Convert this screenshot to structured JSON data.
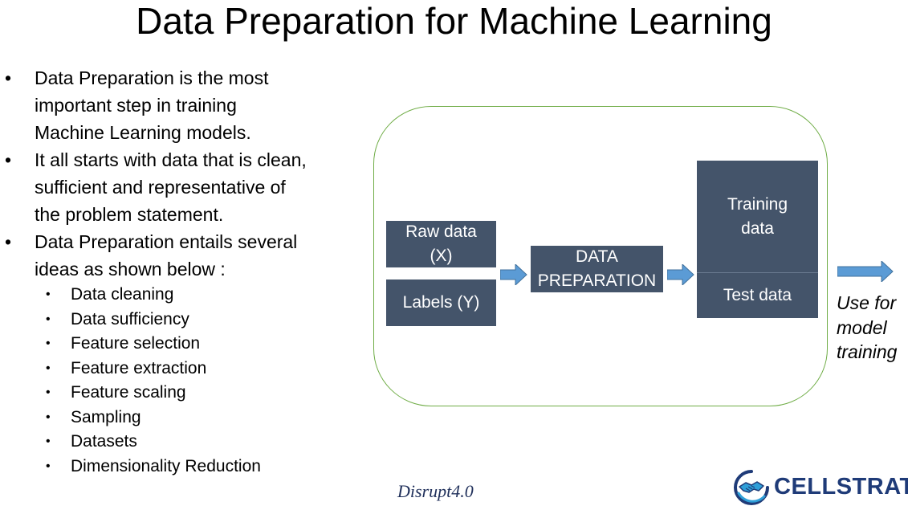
{
  "title": "Data Preparation for Machine Learning",
  "bullets": [
    {
      "line1": "Data Preparation is the most",
      "line2": "important step in training",
      "line3": "Machine Learning models."
    },
    {
      "line1": "It all starts with data that is clean,",
      "line2": "sufficient and representative of",
      "line3": "the problem statement."
    },
    {
      "line1": "Data Preparation entails several",
      "line2": "ideas as shown below :"
    }
  ],
  "bullet_glyph": "•",
  "sub_items": [
    "Data cleaning",
    "Data sufficiency",
    "Feature selection",
    "Feature extraction",
    "Feature scaling",
    "Sampling",
    "Datasets",
    "Dimensionality Reduction"
  ],
  "diagram": {
    "raw_data": {
      "line1": "Raw data",
      "line2": "(X)"
    },
    "labels": "Labels (Y)",
    "prep": {
      "line1": "DATA",
      "line2": "PREPARATION"
    },
    "training": {
      "line1": "Training",
      "line2": "data"
    },
    "test": "Test data",
    "use": {
      "line1": "Use for",
      "line2": "model",
      "line3": "training"
    },
    "box_color": "#44546a",
    "arrow_color": "#5b9bd5",
    "panel_border_color": "#70ad47"
  },
  "footer": {
    "disrupt": "Disrupt4.0",
    "logo_text": "CELLSTRAT",
    "logo_icon": "handshake-globe-icon"
  }
}
